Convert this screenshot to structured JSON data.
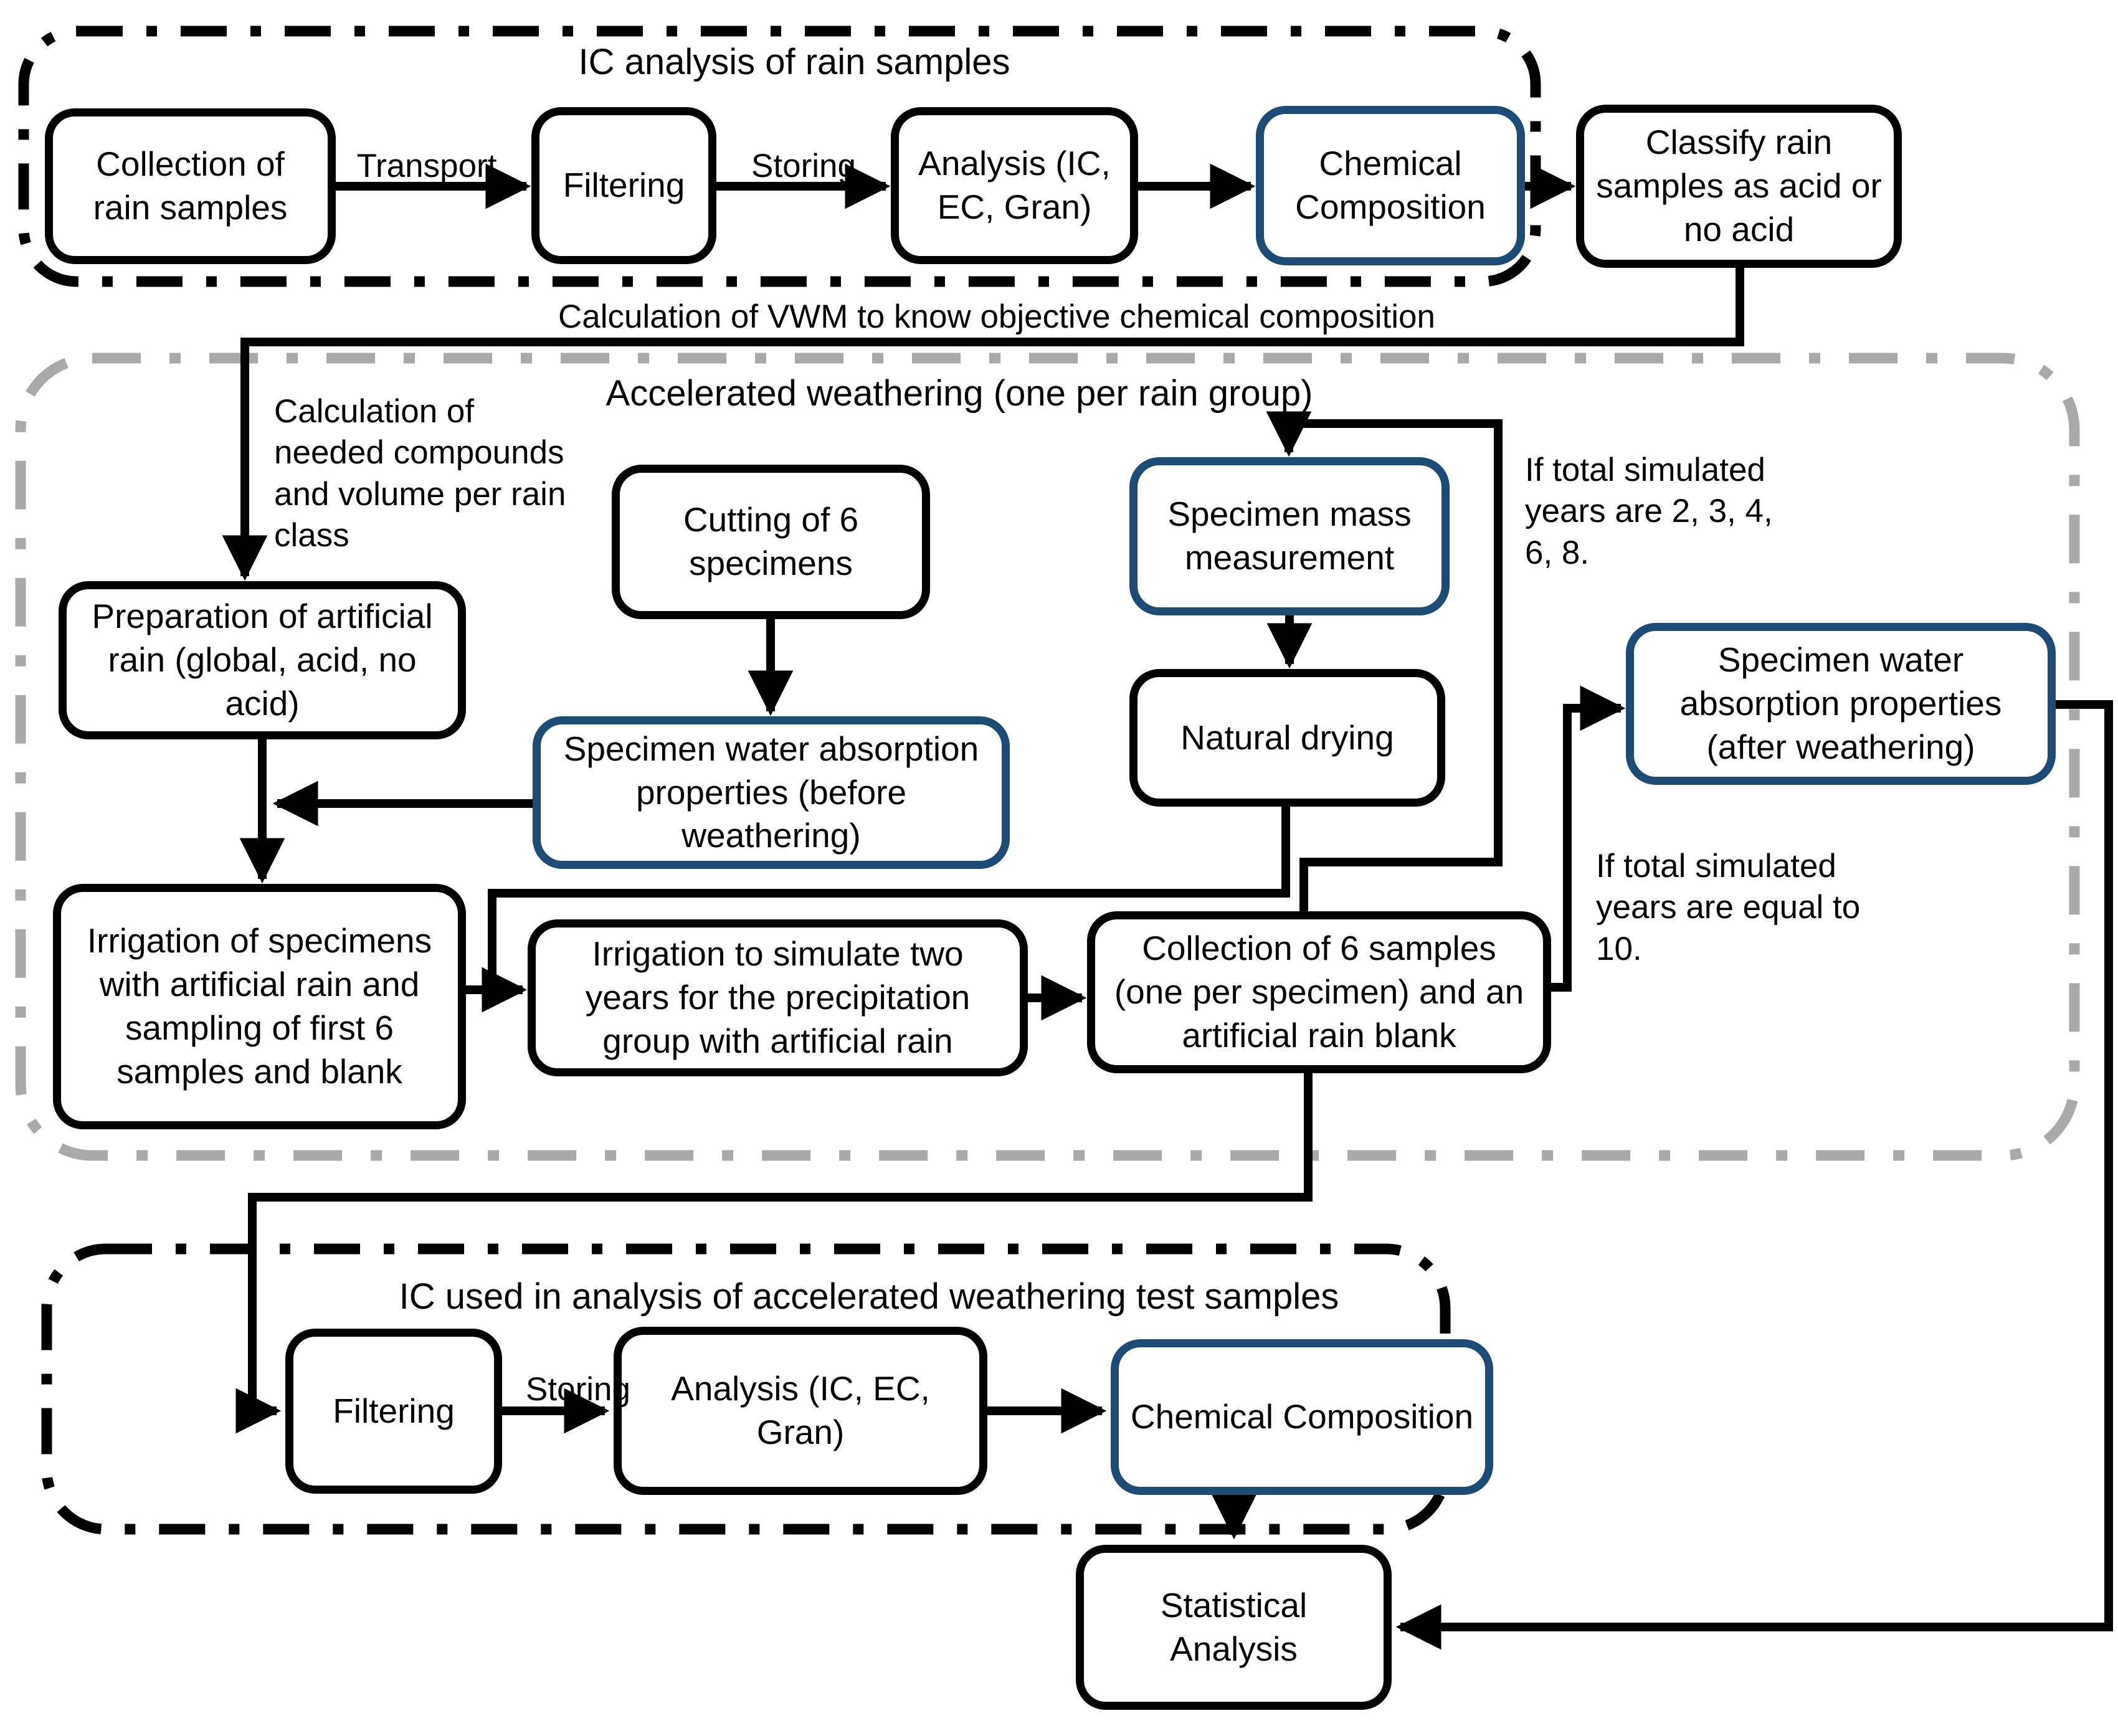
{
  "diagram": {
    "colors": {
      "accent_blue": "#1c4b75",
      "line_black": "#000000",
      "section_gray": "#a9a9a9"
    },
    "sections": {
      "rain_analysis": {
        "title": "IC analysis of rain samples"
      },
      "weathering": {
        "title": "Accelerated weathering (one per rain group)"
      },
      "ic_weathering": {
        "title": "IC used in analysis of accelerated weathering test samples"
      }
    },
    "nodes": {
      "collection_rain": {
        "label": "Collection of rain samples"
      },
      "filtering1": {
        "label": "Filtering"
      },
      "analysis1": {
        "label": "Analysis (IC, EC, Gran)"
      },
      "chemical1": {
        "label": "Chemical Composition"
      },
      "classify": {
        "label": "Classify rain samples as acid or no acid"
      },
      "preparation": {
        "label": "Preparation of artificial rain (global, acid, no acid)"
      },
      "cutting": {
        "label": "Cutting of 6 specimens"
      },
      "absorption_before": {
        "label": "Specimen water absorption properties (before weathering)"
      },
      "specimen_mass": {
        "label": "Specimen mass measurement"
      },
      "natural_drying": {
        "label": "Natural drying"
      },
      "absorption_after": {
        "label": "Specimen water absorption properties (after weathering)"
      },
      "irrigation_first": {
        "label": "Irrigation of specimens with artificial rain and sampling of first 6 samples and blank"
      },
      "irrigation_two_years": {
        "label": "Irrigation to simulate two years for the precipitation group with artificial rain"
      },
      "collection_six": {
        "label": "Collection of 6 samples (one per specimen) and an artificial rain blank"
      },
      "filtering2": {
        "label": "Filtering"
      },
      "analysis2": {
        "label": "Analysis (IC, EC, Gran)"
      },
      "chemical2": {
        "label": "Chemical Composition"
      },
      "statistical": {
        "label": "Statistical Analysis"
      }
    },
    "edge_labels": {
      "transport": "Transport",
      "storing1": "Storing",
      "storing2": "Storing",
      "vwm": "Calculation of VWM to know objective chemical composition",
      "compounds": "Calculation of needed compounds and volume per rain class",
      "loop_2_8": "If total simulated years are 2, 3, 4, 6, 8.",
      "loop_10": "If total simulated years are equal to 10."
    }
  }
}
